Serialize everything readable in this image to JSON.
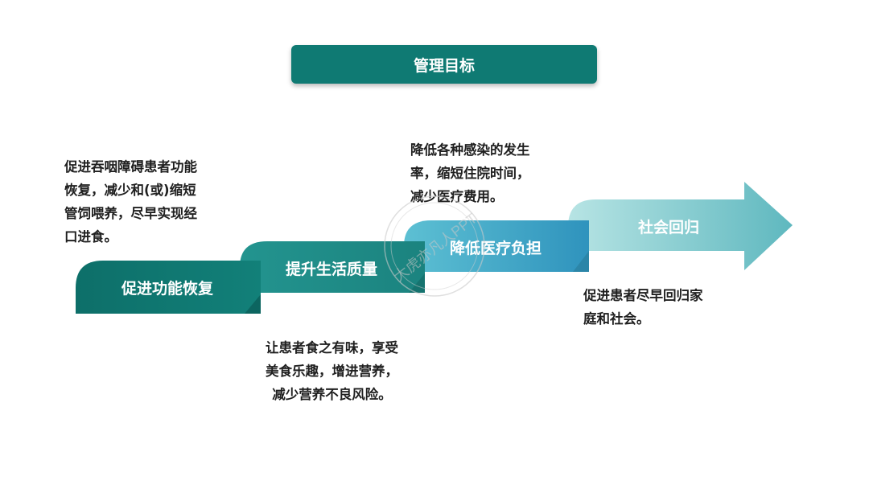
{
  "title": "管理目标",
  "colors": {
    "title_bg": "#0f7a73",
    "step1": "#0f7a73",
    "step2": "#1f8f8b",
    "step3": "#3aa1c4",
    "step4": "#8fd2d5",
    "arrow": "#56b7be"
  },
  "steps": [
    {
      "label": "促进功能恢复",
      "desc": "促进吞咽障碍患者功能\n恢复，减少和(或)缩短\n管饲喂养，尽早实现经\n口进食。"
    },
    {
      "label": "提升生活质量",
      "desc": "让患者食之有味，享受\n美食乐趣，增进营养，\n减少营养不良风险。"
    },
    {
      "label": "降低医疗负担",
      "desc": "降低各种感染的发生\n率，缩短住院时间，\n减少医疗费用。"
    },
    {
      "label": "社会回归",
      "desc": "促进患者尽早回归家\n庭和社会。"
    }
  ],
  "watermark": {
    "text": "大虎亦凡人PPT"
  }
}
